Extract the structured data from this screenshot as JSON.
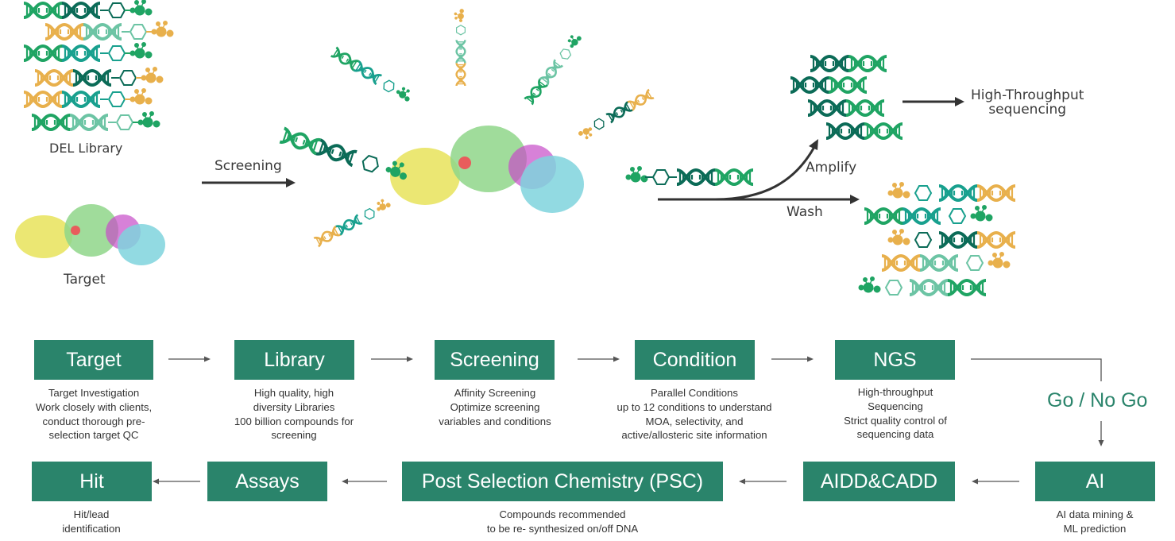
{
  "illustration": {
    "del_library_label": "DEL Library",
    "target_label": "Target",
    "screening_label": "Screening",
    "amplify_label": "Amplify",
    "wash_label": "Wash",
    "sequencing_label_line1": "High-Throughput",
    "sequencing_label_line2": "sequencing",
    "colors": {
      "dna_green": "#1fa463",
      "dna_dark": "#0b6b57",
      "dna_teal": "#18a08e",
      "dna_light": "#6cc4a4",
      "dna_orange": "#e8b04c",
      "protein_yellow": "#e8e35a",
      "protein_green": "#8fd68a",
      "protein_magenta": "#c64bc8",
      "protein_cyan": "#7fd3dd"
    }
  },
  "workflow": {
    "box_color": "#2a846b",
    "steps": [
      {
        "id": "target",
        "label": "Target",
        "description": "Target Investigation\nWork closely with clients,\nconduct thorough pre-\nselection target QC"
      },
      {
        "id": "library",
        "label": "Library",
        "description": "High quality, high\ndiversity Libraries\n100 billion compounds for\nscreening"
      },
      {
        "id": "screening",
        "label": "Screening",
        "description": "Affinity Screening\nOptimize screening\nvariables and conditions"
      },
      {
        "id": "condition",
        "label": "Condition",
        "description": "Parallel Conditions\nup to 12 conditions to understand\nMOA, selectivity, and\nactive/allosteric site information"
      },
      {
        "id": "ngs",
        "label": "NGS",
        "description": "High-throughput\nSequencing\nStrict quality control of\nsequencing data"
      },
      {
        "id": "ai",
        "label": "AI",
        "description": "AI data mining &\nML prediction"
      },
      {
        "id": "aidd-cadd",
        "label": "AIDD&CADD",
        "description": ""
      },
      {
        "id": "psc",
        "label": "Post Selection Chemistry (PSC)",
        "description": "Compounds recommended\nto be re- synthesized on/off DNA"
      },
      {
        "id": "assays",
        "label": "Assays",
        "description": ""
      },
      {
        "id": "hit",
        "label": "Hit",
        "description": "Hit/lead\nidentification"
      }
    ],
    "decision_label": "Go / No Go"
  }
}
